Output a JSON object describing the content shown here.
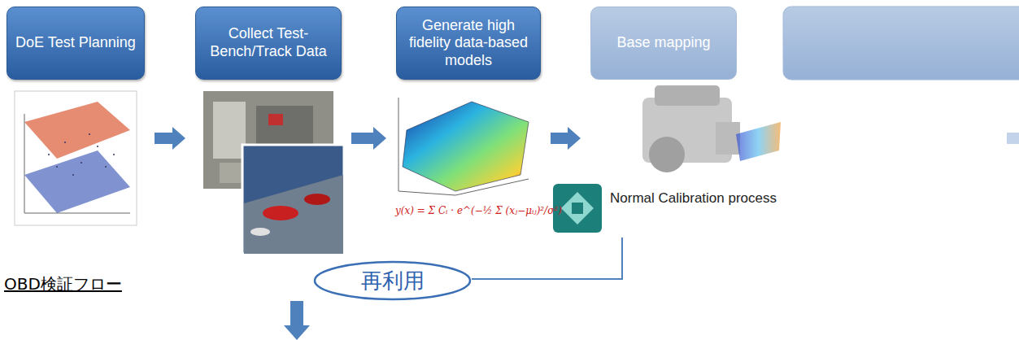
{
  "diagram": {
    "nodes": [
      {
        "text": [
          "DoE Test Planning"
        ]
      },
      {
        "text": [
          "Collect Test-Bench/Track Data"
        ]
      },
      {
        "text": [
          "Generate high fidelity data-based models"
        ]
      },
      {
        "text": [
          "Base mapping"
        ]
      },
      {
        "text": [
          "再利用"
        ]
      }
    ],
    "edges": [
      {
        "from": 0,
        "to": 1,
        "arrow": "to"
      },
      {
        "from": 1,
        "to": 2,
        "arrow": "to"
      },
      {
        "from": 2,
        "to": 3,
        "arrow": "to"
      }
    ],
    "labels": [
      "Normal Calibration process",
      "OBD検証フロー",
      "y(x) = Σ Cᵢ · e^(−½ Σ (xⱼ−μᵢⱼ)²/σ²)"
    ]
  }
}
